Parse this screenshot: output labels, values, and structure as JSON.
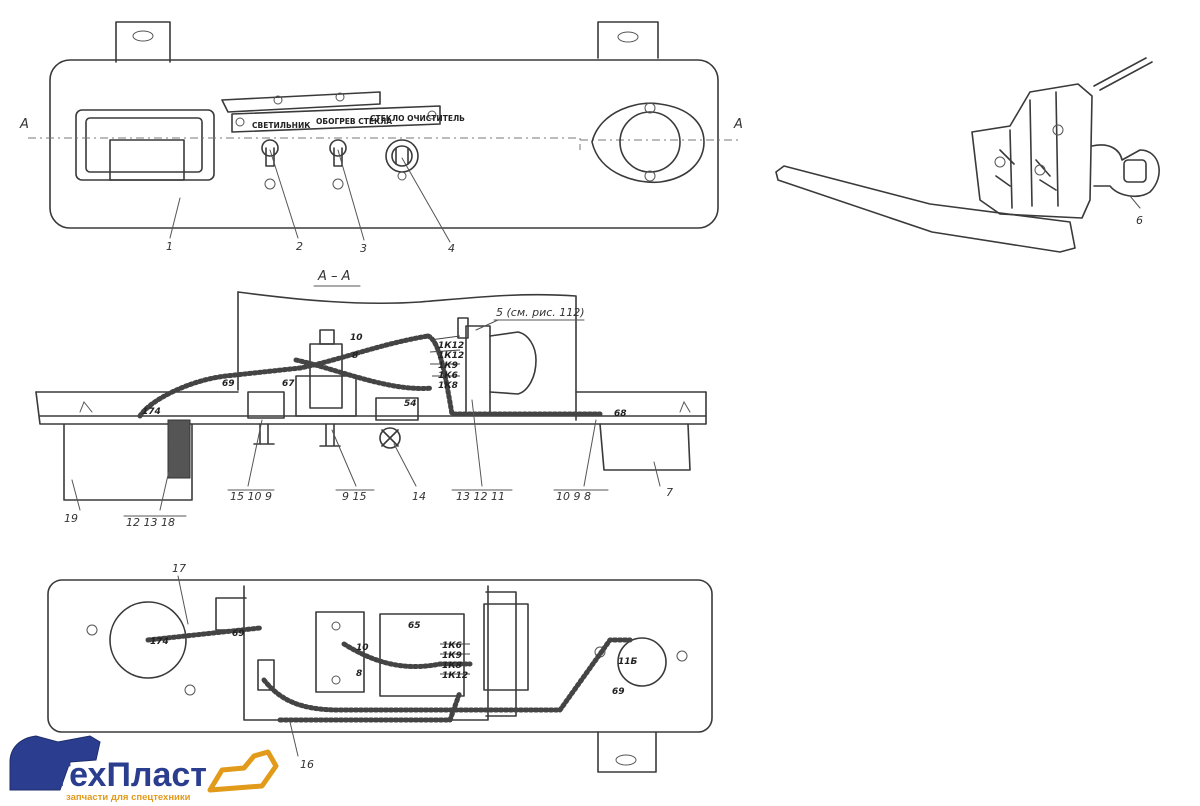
{
  "top_view": {
    "section_marker_left": "A",
    "section_marker_right": "A",
    "plate_labels": [
      "СВЕТИЛЬНИК",
      "ОБОГРЕВ СТЕКЛА",
      "СТЕКЛО ОЧИСТИТЕЛЬ"
    ],
    "callouts": [
      "1",
      "2",
      "3",
      "4"
    ]
  },
  "side_view": {
    "callouts": [
      "6"
    ]
  },
  "section_view": {
    "title": "А – А",
    "note": "5 (см. рис. 112)",
    "wire_tags": [
      "10",
      "1К12",
      "1К12",
      "1К9",
      "1К6",
      "1К8",
      "69",
      "67",
      "8",
      "54",
      "68",
      "174"
    ],
    "callout_groups": [
      "15 10 9",
      "9 15",
      "14",
      "13 12 11",
      "10 9 8",
      "7",
      "12 13 18",
      "19"
    ]
  },
  "bottom_view": {
    "callouts": [
      "17",
      "16"
    ],
    "wire_tags": [
      "174",
      "69",
      "65",
      "1К6",
      "1К9",
      "1К8",
      "1К12",
      "10",
      "8",
      "11Б",
      "69"
    ]
  },
  "logo": {
    "name": "ТехПласт",
    "tagline": "запчасти для спецтехники",
    "colors": {
      "primary": "#2a3d8f",
      "accent": "#e29a1a"
    }
  }
}
